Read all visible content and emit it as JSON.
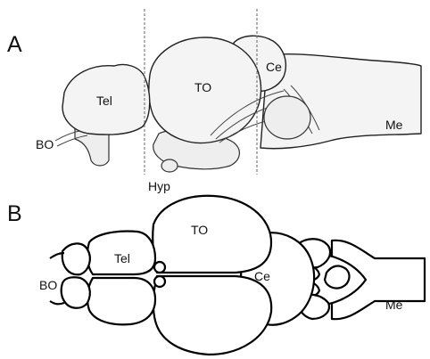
{
  "panels": {
    "a": {
      "letter": "A",
      "labels": {
        "tel": "Tel",
        "to": "TO",
        "ce": "Ce",
        "me": "Me",
        "bo": "BO",
        "hyp": "Hyp"
      }
    },
    "b": {
      "letter": "B",
      "labels": {
        "tel": "Tel",
        "to": "TO",
        "ce": "Ce",
        "me": "Me",
        "bo": "BO"
      }
    }
  }
}
